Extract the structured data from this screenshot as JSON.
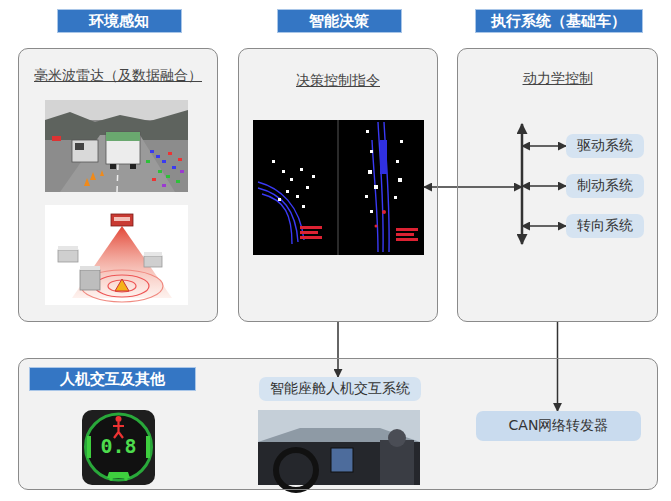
{
  "diagram": {
    "nodes": [
      {
        "text": [
          "环境感知",
          "毫米波雷达（及数据融合）"
        ]
      },
      {
        "text": [
          "智能决策",
          "决策控制指令"
        ]
      },
      {
        "text": [
          "执行系统（基础车）",
          "动力学控制"
        ]
      },
      {
        "text": [
          "驱动系统"
        ],
        "in": 2
      },
      {
        "text": [
          "制动系统"
        ],
        "in": 2
      },
      {
        "text": [
          "转向系统"
        ],
        "in": 2
      },
      {
        "text": [
          "人机交互及其他"
        ]
      },
      {
        "text": [
          "智能座舱人机交互系统"
        ],
        "in": 6
      },
      {
        "text": [
          "CAN网络转发器"
        ],
        "in": 6
      }
    ],
    "edges": [
      {
        "from": 1,
        "to": 2,
        "arrow": "both"
      },
      {
        "from": 2,
        "to": 3,
        "arrow": "both"
      },
      {
        "from": 2,
        "to": 4,
        "arrow": "both"
      },
      {
        "from": 2,
        "to": 5,
        "arrow": "both"
      },
      {
        "from": 1,
        "to": 7,
        "arrow": "to"
      },
      {
        "from": 2,
        "to": 8,
        "arrow": "to"
      }
    ],
    "labels": [
      "0.8"
    ]
  }
}
